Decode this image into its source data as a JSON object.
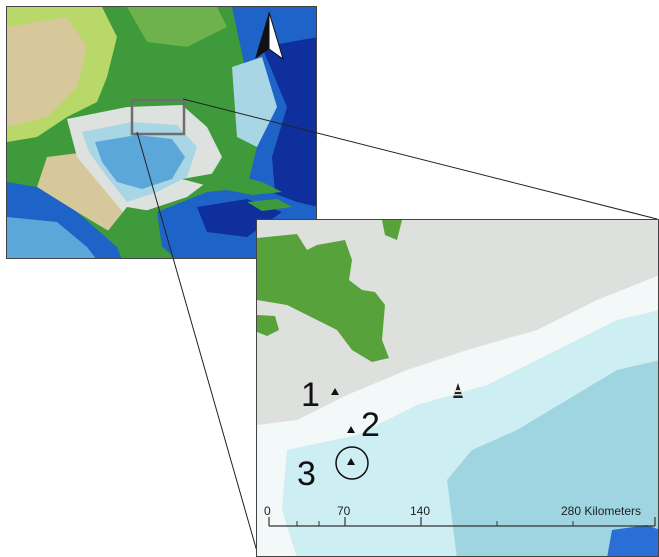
{
  "overview": {
    "colors": {
      "land_green": "#3f9a3b",
      "land_light": "#b9d86a",
      "land_tan": "#d6c89a",
      "shelf": "#dde2de",
      "shallow": "#a9d6e4",
      "mid": "#5ba7d9",
      "deep": "#1e64c8",
      "abyss": "#0e2f9c"
    },
    "icons": [
      "north-arrow-icon"
    ]
  },
  "inset": {
    "colors": {
      "land_gray": "#dde0dd",
      "vegetation": "#57a23a",
      "nearshore": "#f3f8f9",
      "shelf_water": "#cdeef2",
      "slope_water": "#9fd5e0",
      "deep_patch": "#2a6fd6"
    },
    "sites": [
      {
        "label": "1",
        "circled": false
      },
      {
        "label": "2",
        "circled": false
      },
      {
        "label": "3",
        "circled": true
      }
    ],
    "icons": [
      "triangle-site-icon",
      "platform-icon",
      "circle-highlight-icon"
    ]
  },
  "scale_bar": {
    "ticks": [
      "0",
      "70",
      "140",
      "280 Kilometers"
    ]
  }
}
